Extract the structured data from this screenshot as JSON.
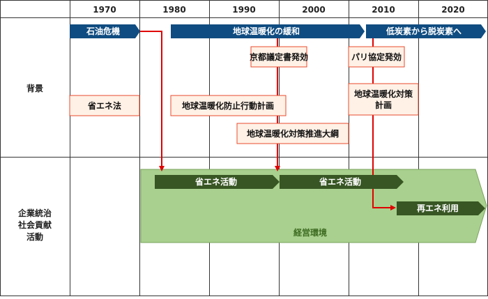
{
  "years": [
    "1970",
    "1980",
    "1990",
    "2000",
    "2010",
    "2020"
  ],
  "row_labels": {
    "background": "背景",
    "corporate": [
      "企業統治",
      "社会貢献",
      "活動"
    ]
  },
  "eras": {
    "oil_crisis": "石油危機",
    "mitigation": "地球温暖化の緩和",
    "decarbonization": "低炭素から脱炭素へ"
  },
  "events": {
    "energy_saving_law": "省エネ法",
    "kyoto": "京都議定書発効",
    "paris": "パリ協定発効",
    "action_plan": "地球温暖化防止行動計画",
    "promotion_outline": "地球温暖化対策推進大綱",
    "countermeasure_plan": [
      "地球温暖化対策",
      "計画"
    ]
  },
  "activities": {
    "energy_saving_1": "省エネ活動",
    "energy_saving_2": "省エネ活動",
    "renewable": "再エネ利用"
  },
  "business_environment": "経営環境",
  "colors": {
    "era_blue": "#0f4c81",
    "event_fill": "#fff1e6",
    "event_border": "#e84a2e",
    "arrow_red": "#e00000",
    "green_fill": "#a9d08e",
    "green_border": "#7aa35d",
    "dark_green": "#375623",
    "grid": "#333333"
  }
}
